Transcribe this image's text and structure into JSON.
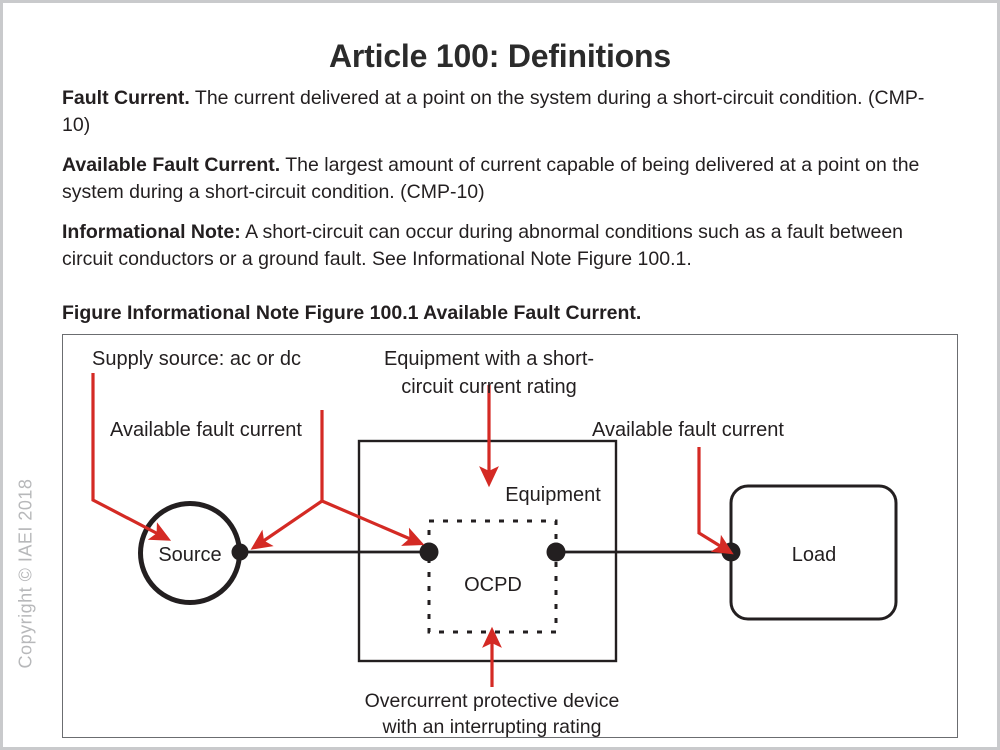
{
  "page": {
    "title": "Article 100: Definitions",
    "copyright": "Copyright © IAEI 2018",
    "frame_color": "#c9cacc"
  },
  "definitions": [
    {
      "term": "Fault Current.",
      "text": " The current delivered at a point on the system during a short-circuit condition. (CMP-10)"
    },
    {
      "term": "Available Fault Current.",
      "text": " The largest amount of current capable of being delivered at a point on the system during a short-circuit condition. (CMP-10)"
    },
    {
      "term": "Informational Note:",
      "text": " A short-circuit can occur during abnormal conditions such as a fault between circuit conductors or a ground fault. See Informational Note Figure 100.1."
    }
  ],
  "figure": {
    "caption": "Figure Informational Note Figure 100.1 Available Fault Current.",
    "accent_color": "#d42a24",
    "line_color": "#231f20",
    "labels": {
      "supply_source": "Supply source: ac or dc",
      "available_fault_current_left": "Available fault current",
      "equipment_rating_line1": "Equipment with a short-",
      "equipment_rating_line2": "circuit current rating",
      "available_fault_current_right": "Available fault current",
      "ocpd_note_line1": "Overcurrent protective device",
      "ocpd_note_line2": "with an interrupting rating"
    },
    "nodes": {
      "source": "Source",
      "equipment": "Equipment",
      "ocpd": "OCPD",
      "load": "Load"
    }
  }
}
